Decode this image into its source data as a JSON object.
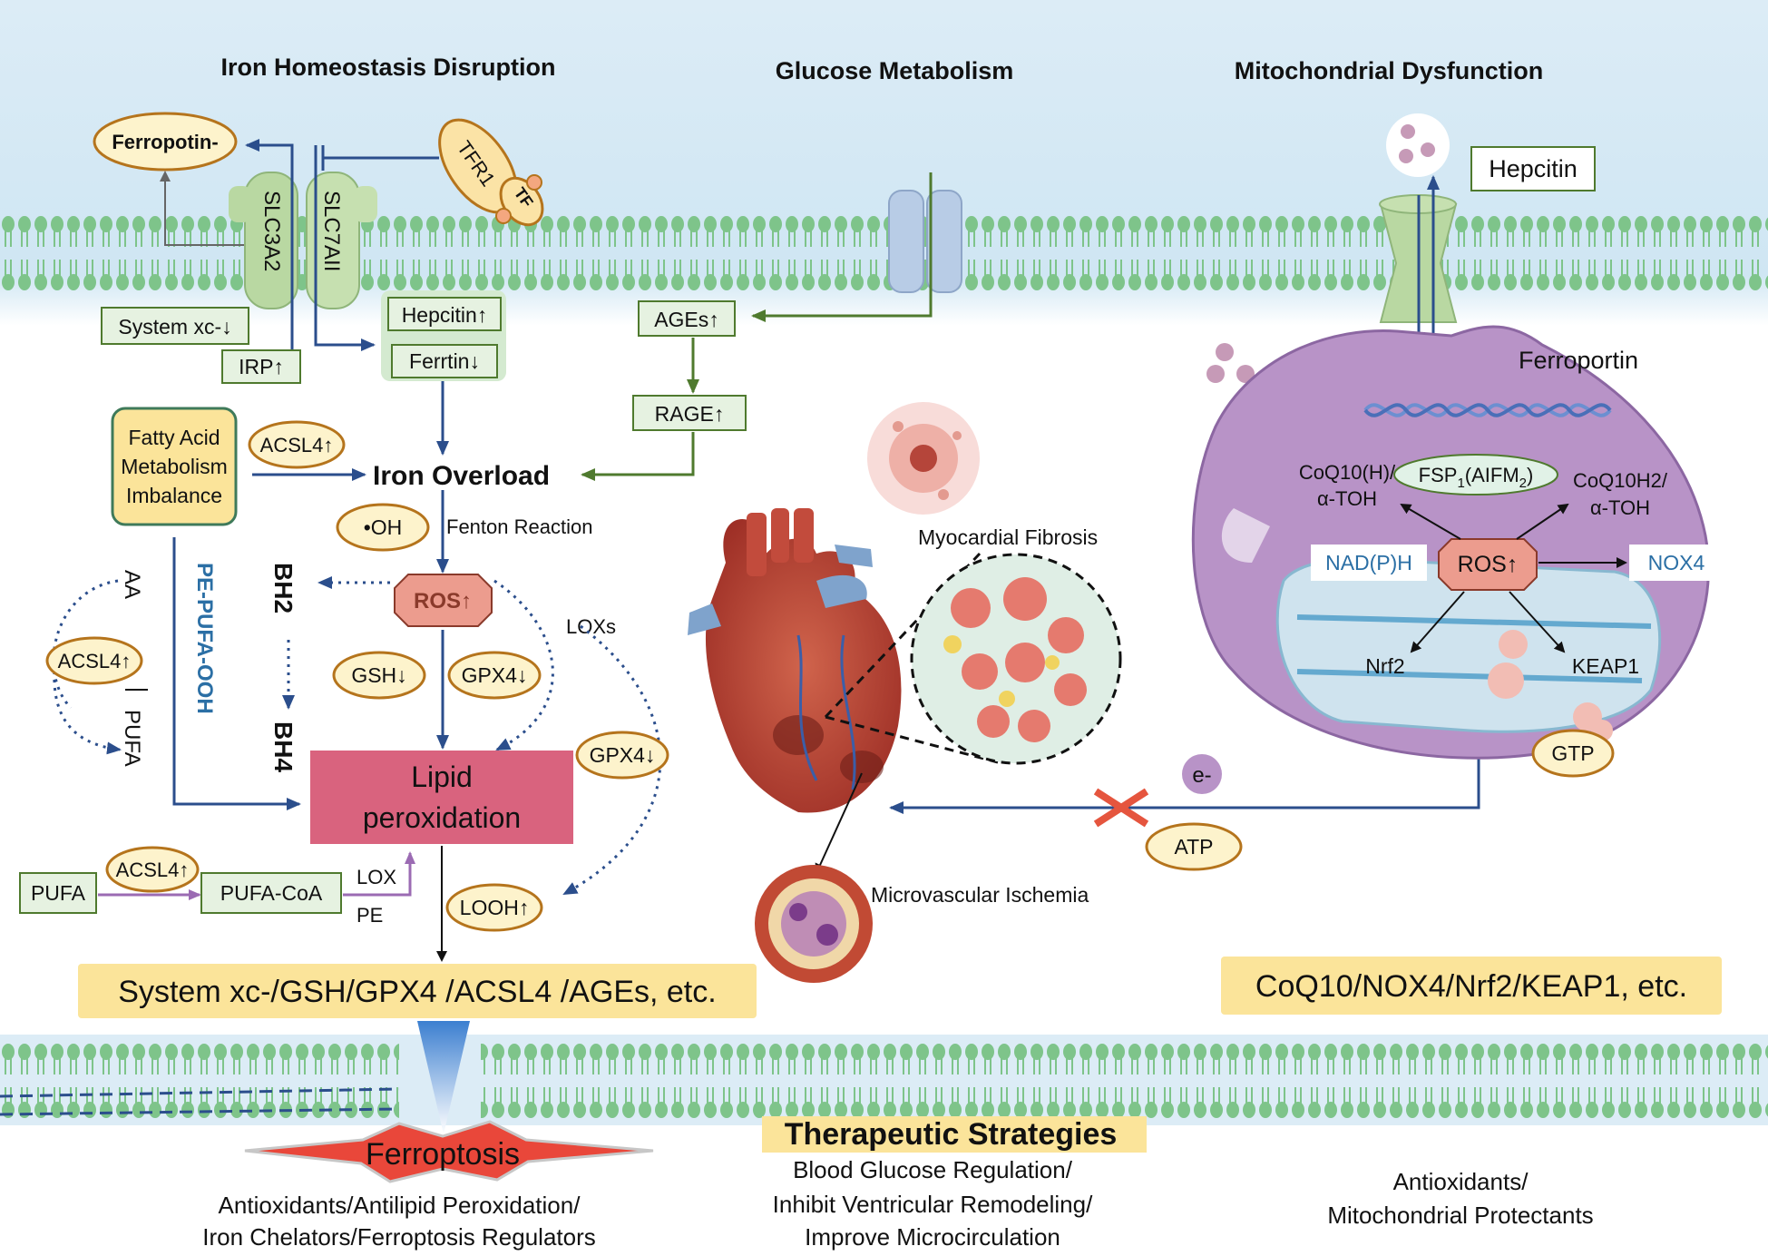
{
  "sections": {
    "iron": "Iron Homeostasis Disruption",
    "glucose": "Glucose Metabolism",
    "mito": "Mitochondrial Dysfunction"
  },
  "iron_panel": {
    "ferropotin": "Ferropotin-",
    "tfr1": "TFR1",
    "tf": "TF",
    "slc3a2": "SLC3A2",
    "slc7a11": "SLC7AII",
    "system_xc": "System xc-↓",
    "irp": "IRP↑",
    "hepcitin_up": "Hepcitin↑",
    "ferrtin_down": "Ferrtin↓",
    "fatty_acid": [
      "Fatty Acid",
      "Metabolism",
      "Imbalance"
    ],
    "acsl4_a": "ACSL4↑",
    "iron_overload": "Iron Overload",
    "oh": "•OH",
    "fenton": "Fenton Reaction",
    "ros": "ROS↑",
    "bh2": "BH2",
    "bh4": "BH4",
    "pe_pufa_ooh": "PE-PUFA-OOH",
    "aa": "AA",
    "acsl4_b": "ACSL4↑",
    "pufa_vert": "PUFA",
    "loxs": "LOXs",
    "gsh": "GSH↓",
    "gpx4_a": "GPX4↓",
    "gpx4_b": "GPX4↓",
    "lipid": [
      "Lipid",
      "peroxidation"
    ],
    "pufa": "PUFA",
    "acsl4_c": "ACSL4↑",
    "pufa_coa": "PUFA-CoA",
    "lox": "LOX",
    "pe": "PE",
    "looh": "LOOH↑",
    "targets": "System xc-/GSH/GPX4 /ACSL4 /AGEs, etc."
  },
  "glucose_panel": {
    "ages": "AGEs↑",
    "rage": "RAGE↑"
  },
  "heart": {
    "fibrosis": "Myocardial Fibrosis",
    "ischemia": "Microvascular Ischemia",
    "electron": "e-",
    "atp": "ATP"
  },
  "mito_panel": {
    "hepcitin": "Hepcitin",
    "ferroportin": "Ferroportin",
    "coq10h": [
      "CoQ10(H)/",
      "α-TOH"
    ],
    "fsp1": "FSP",
    "fsp1_sub": "1",
    "fsp1_mid": "(AIFM",
    "fsp1_sub2": "2",
    "fsp1_end": ")",
    "coq10h2": [
      "CoQ10H2/",
      "α-TOH"
    ],
    "nadph": "NAD(P)H",
    "ros": "ROS↑",
    "nox4": "NOX4",
    "nrf2": "Nrf2",
    "keap1": "KEAP1",
    "gtp": "GTP",
    "targets": "CoQ10/NOX4/Nrf2/KEAP1, etc."
  },
  "bottom": {
    "ferroptosis": "Ferroptosis",
    "left_strategy": [
      "Antioxidants/Antilipid Peroxidation/",
      "Iron Chelators/Ferroptosis Regulators"
    ],
    "therapeutic": "Therapeutic Strategies",
    "mid_strategy": [
      "Blood Glucose Regulation/",
      "Inhibit Ventricular Remodeling/",
      "Improve Microcirculation"
    ],
    "right_strategy": [
      "Antioxidants/",
      "Mitochondrial Protectants"
    ]
  },
  "colors": {
    "background_top": "#cfe6f3",
    "membrane_head": "#7ec48a",
    "arrow_blue": "#2b4e8c",
    "arrow_green": "#4f7a2e",
    "label_green_fill": "#e6f2e1",
    "label_oval_fill": "#fdf3cc",
    "label_oval_stroke": "#b5741c",
    "ros_fill": "#ec9c8e",
    "lipid_fill": "#d9637e",
    "mito_purple": "#b893c7",
    "target_yellow": "#fbe49a"
  }
}
